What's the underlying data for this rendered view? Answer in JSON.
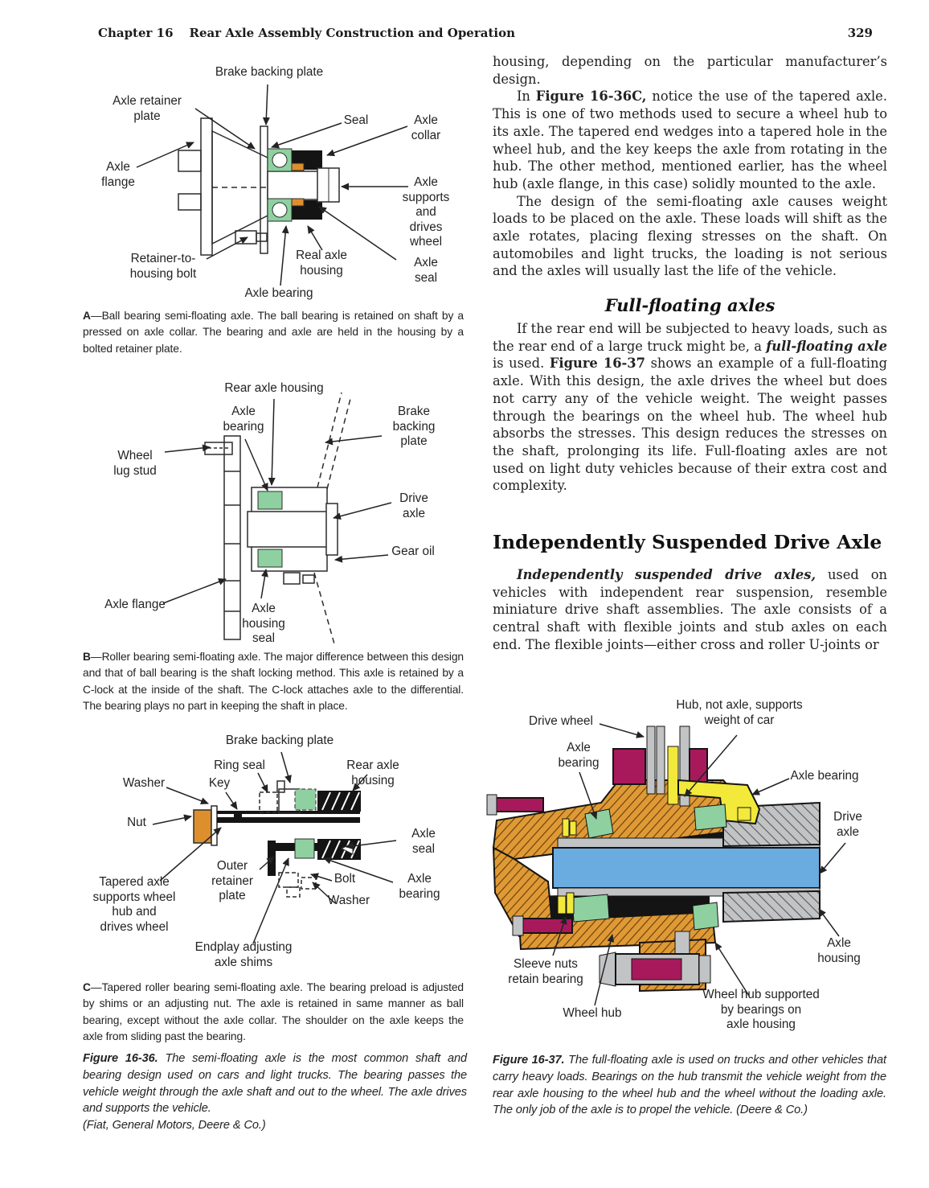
{
  "header": {
    "chapter": "Chapter 16",
    "title": "Rear Axle Assembly Construction and Operation",
    "page_number": "329"
  },
  "body": {
    "p1": [
      {
        "t": "housing, depending on the particular manufacturer’s design."
      }
    ],
    "p2": [
      {
        "t": "In "
      },
      {
        "t": "Figure 16-36C,",
        "b": true
      },
      {
        "t": " notice the use of the tapered axle. This is one of two methods used to secure a wheel hub to its axle. The tapered end wedges into a tapered hole in the wheel hub, and the key keeps the axle from rotating in the hub. The other method, mentioned earlier, has the wheel hub (axle flange, in this case) solidly mounted to the axle."
      }
    ],
    "p3": [
      {
        "t": "The design of the semi-floating axle causes weight loads to be placed on the axle. These loads will shift as the axle rotates, placing flexing stresses on the shaft. On automobiles and light trucks, the loading is not serious and the axles will usually last the life of the vehicle."
      }
    ],
    "h_full_floating": "Full-floating axles",
    "p4": [
      {
        "t": "If the rear end will be subjected to heavy loads, such as the rear end of a large truck might be, a "
      },
      {
        "t": "full-floating axle",
        "b": true,
        "i": true
      },
      {
        "t": " is used. "
      },
      {
        "t": "Figure 16-37",
        "b": true
      },
      {
        "t": " shows an example of a full-floating axle. With this design, the axle drives the wheel but does not carry any of the vehicle weight. The weight passes through the bearings on the wheel hub. The wheel hub absorbs the stresses. This design reduces the stresses on the shaft, prolonging its life. Full-floating axles are not used on light duty vehicles because of their extra cost and complexity."
      }
    ],
    "h_independent": "Independently Suspended Drive Axle",
    "p5": [
      {
        "t": "Independently suspended drive axles,",
        "b": true,
        "i": true
      },
      {
        "t": " used on vehicles with independent rear suspension, resemble miniature drive shaft assemblies. The axle consists of a central shaft with flexible joints and stub axles on each end. The flexible joints—either cross and roller U-joints or"
      }
    ]
  },
  "figure_a": {
    "labels": {
      "brake_backing_plate": "Brake backing plate",
      "axle_retainer_plate": "Axle retainer\nplate",
      "seal": "Seal",
      "axle_collar": "Axle\ncollar",
      "axle_flange": "Axle\nflange",
      "axle_supports": "Axle\nsupports\nand drives\nwheel",
      "retainer_bolt": "Retainer-to-\nhousing bolt",
      "real_axle_housing": "Real axle\nhousing",
      "axle_bearing": "Axle bearing",
      "axle_seal": "Axle seal"
    },
    "caption": [
      {
        "t": "A",
        "b": true
      },
      {
        "t": "—Ball bearing semi-floating axle. The ball bearing is retained on shaft by a pressed on axle collar. The bearing and axle are held in the housing by a bolted retainer plate."
      }
    ]
  },
  "figure_b": {
    "labels": {
      "rear_axle_housing": "Rear axle housing",
      "axle_bearing": "Axle\nbearing",
      "brake_backing_plate": "Brake backing\nplate",
      "wheel_lug_stud": "Wheel\nlug stud",
      "drive_axle": "Drive axle",
      "gear_oil": "Gear oil",
      "axle_flange": "Axle flange",
      "axle_housing_seal": "Axle\nhousing\nseal"
    },
    "caption": [
      {
        "t": "B",
        "b": true
      },
      {
        "t": "—Roller bearing semi-floating axle. The major difference between this design and that of ball bearing is the shaft locking method. This axle is retained by a C-lock at the inside of the shaft. The C-lock attaches axle to the differential. The bearing plays no part in keeping the shaft in place."
      }
    ]
  },
  "figure_c": {
    "labels": {
      "brake_backing_plate": "Brake backing plate",
      "ring_seal": "Ring seal",
      "rear_axle_housing": "Rear axle housing",
      "washer_top": "Washer",
      "key": "Key",
      "nut": "Nut",
      "axle_seal": "Axle seal",
      "outer_retainer_plate": "Outer\nretainer\nplate",
      "bolt": "Bolt",
      "axle_bearing": "Axle bearing",
      "washer_bottom": "Washer",
      "tapered_axle": "Tapered axle\nsupports wheel\nhub and\ndrives wheel",
      "endplay_shims": "Endplay adjusting\naxle shims"
    },
    "caption": [
      {
        "t": "C",
        "b": true
      },
      {
        "t": "—Tapered roller bearing semi-floating axle. The bearing preload is adjusted by shims or an adjusting nut. The axle is retained in same manner as ball bearing, except without the axle collar. The shoulder on the axle keeps the axle from sliding past the bearing."
      }
    ]
  },
  "figure_36_caption": [
    {
      "t": "Figure 16-36.",
      "b": true
    },
    {
      "t": " The semi-floating axle is the most common shaft and bearing design used on cars and light trucks. The bearing passes the vehicle weight through the axle shaft and out to the wheel. The axle drives and supports the vehicle.\n(Fiat, General Motors, Deere & Co.)",
      "i": true
    }
  ],
  "figure_37": {
    "labels": {
      "hub_supports": "Hub, not axle, supports\nweight of car",
      "drive_wheel": "Drive wheel",
      "axle_bearing_left": "Axle\nbearing",
      "axle_bearing_right": "Axle bearing",
      "drive_axle": "Drive\naxle",
      "axle_housing": "Axle\nhousing",
      "sleeve_nuts": "Sleeve nuts\nretain bearing",
      "wheel_hub": "Wheel hub",
      "wheel_hub_supported": "Wheel hub supported\nby bearings on\naxle housing"
    },
    "caption": [
      {
        "t": "Figure 16-37.",
        "b": true
      },
      {
        "t": "  The full-floating axle is used on trucks and other vehicles that carry heavy loads. Bearings on the hub transmit the vehicle weight from the rear axle housing to the wheel hub and the wheel without the loading axle. The only job of the axle is to propel the vehicle. (Deere & Co.)",
        "i": true
      }
    ]
  },
  "colors": {
    "bearing_green": "#8ed0a0",
    "collar_orange": "#dd8f2e",
    "hub_orange": "#e09a35",
    "stud_magenta": "#a8195c",
    "seal_yellow": "#f2e93a",
    "shaft_blue": "#6aabe0",
    "metal_gray": "#c2c3c5",
    "line_black": "#141414"
  }
}
